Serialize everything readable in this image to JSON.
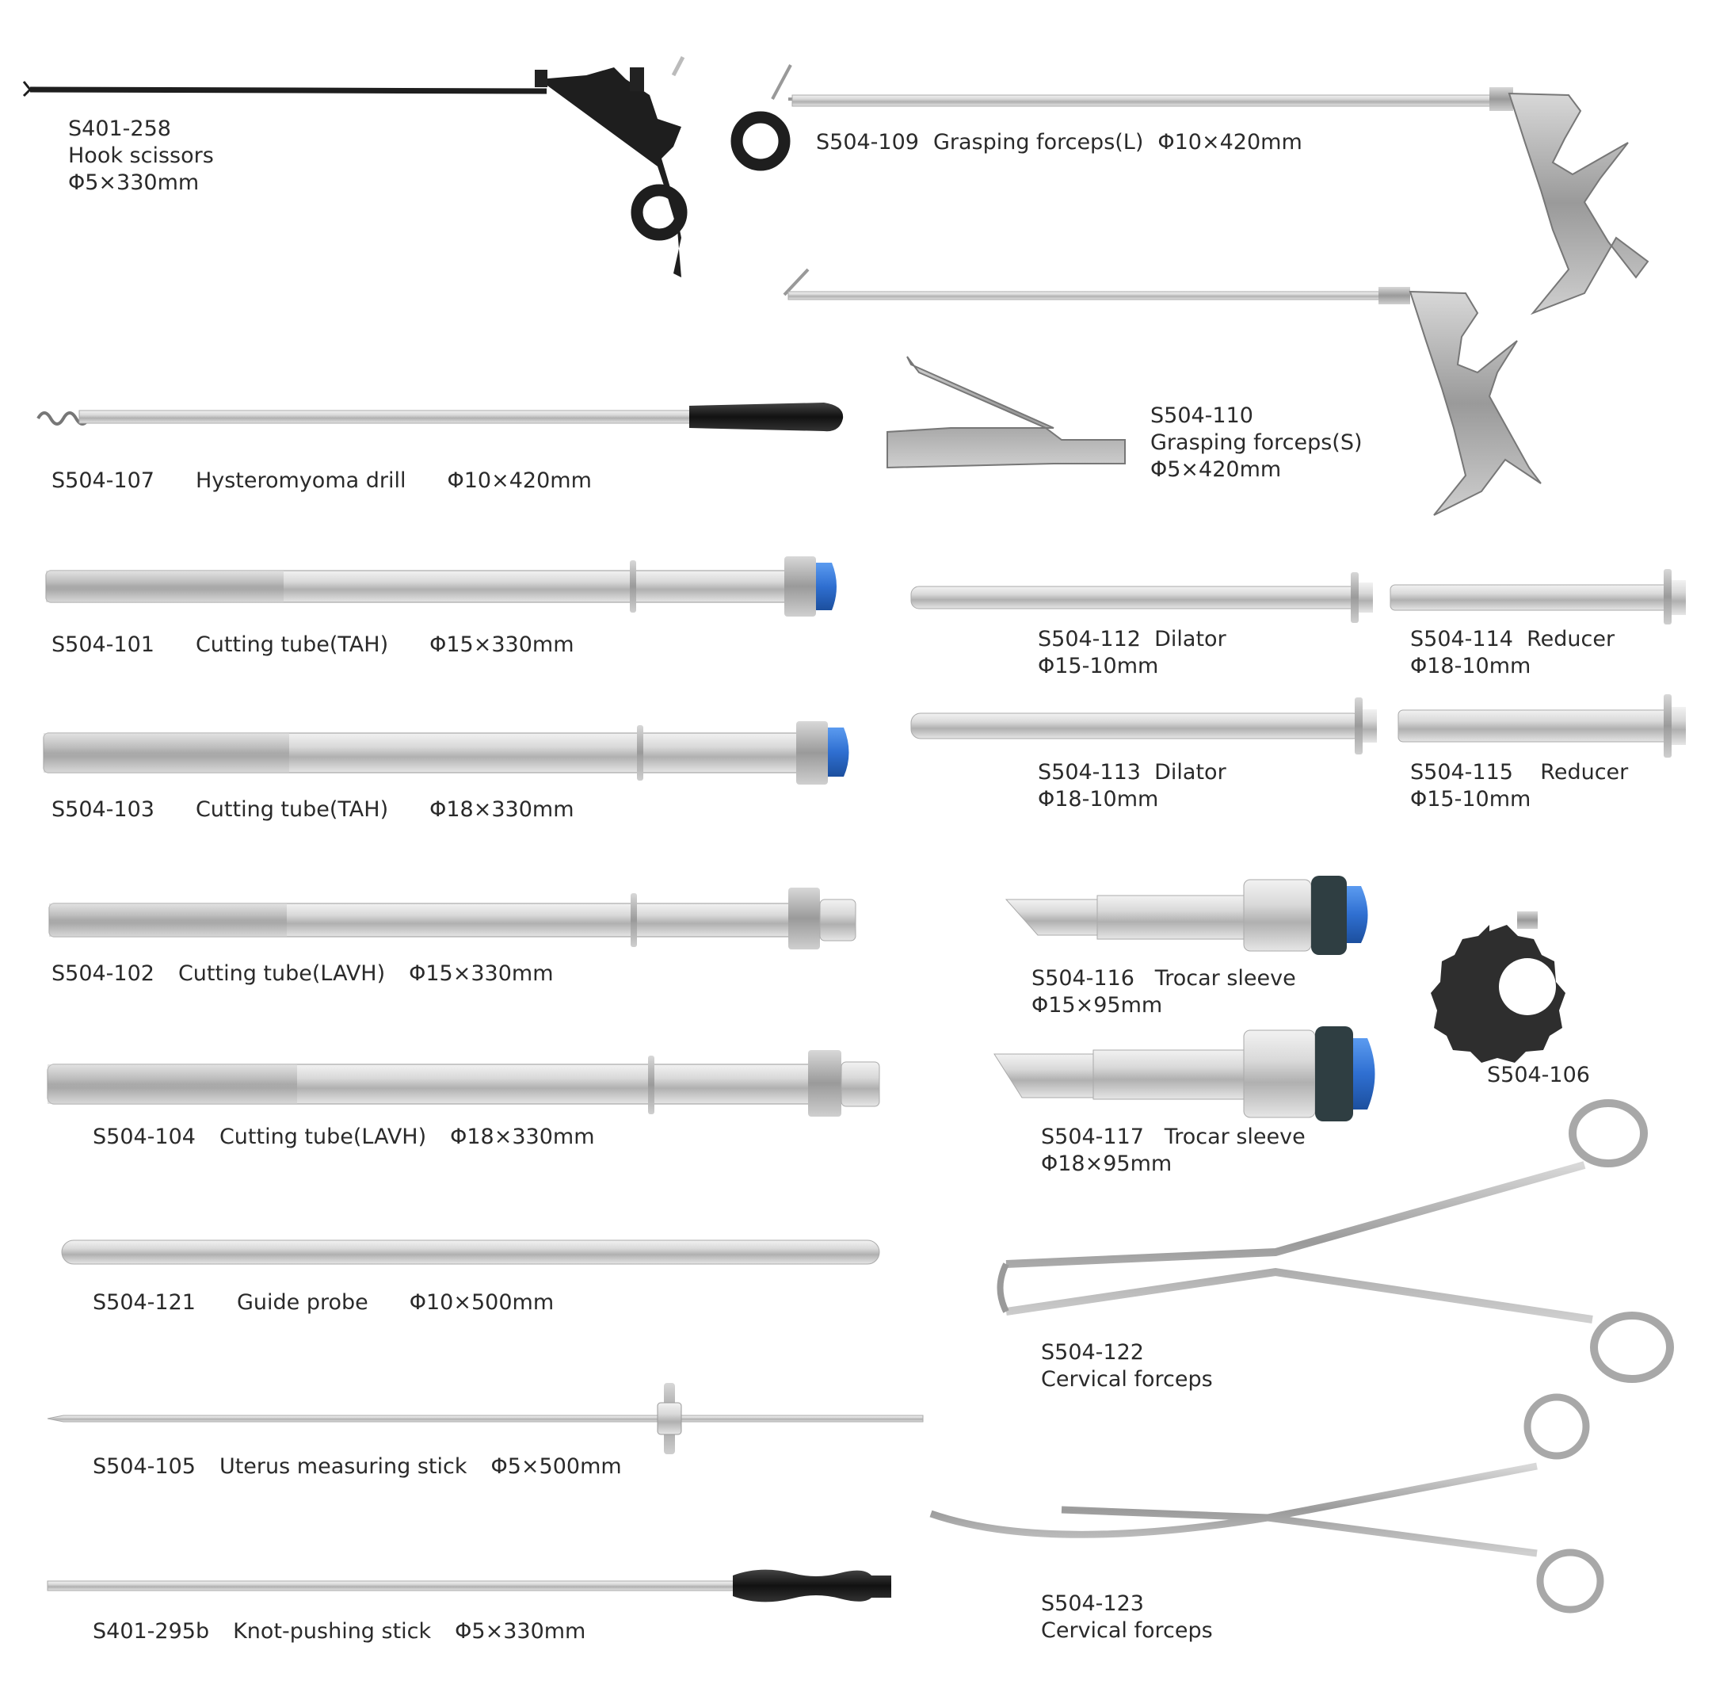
{
  "instruments": [
    {
      "code": "S401-258",
      "name": "Hook scissors",
      "size": "Φ5×330mm"
    },
    {
      "code": "S504-109",
      "name": "Grasping forceps(L)",
      "size": "Φ10×420mm"
    },
    {
      "code": "S504-110",
      "name": "Grasping forceps(S)",
      "size": "Φ5×420mm"
    },
    {
      "code": "S504-107",
      "name": "Hysteromyoma drill",
      "size": "Φ10×420mm"
    },
    {
      "code": "S504-101",
      "name": "Cutting tube(TAH)",
      "size": "Φ15×330mm"
    },
    {
      "code": "S504-112",
      "name": "Dilator",
      "size": "Φ15-10mm"
    },
    {
      "code": "S504-114",
      "name": "Reducer",
      "size": "Φ18-10mm"
    },
    {
      "code": "S504-103",
      "name": "Cutting tube(TAH)",
      "size": "Φ18×330mm"
    },
    {
      "code": "S504-113",
      "name": "Dilator",
      "size": "Φ18-10mm"
    },
    {
      "code": "S504-115",
      "name": "Reducer",
      "size": "Φ15-10mm"
    },
    {
      "code": "S504-102",
      "name": "Cutting tube(LAVH)",
      "size": "Φ15×330mm"
    },
    {
      "code": "S504-116",
      "name": "Trocar sleeve",
      "size": "Φ15×95mm"
    },
    {
      "code": "S504-106",
      "name": "",
      "size": ""
    },
    {
      "code": "S504-104",
      "name": "Cutting tube(LAVH)",
      "size": "Φ18×330mm"
    },
    {
      "code": "S504-117",
      "name": "Trocar sleeve",
      "size": "Φ18×95mm"
    },
    {
      "code": "S504-121",
      "name": "Guide probe",
      "size": "Φ10×500mm"
    },
    {
      "code": "S504-122",
      "name": "Cervical forceps",
      "size": ""
    },
    {
      "code": "S504-105",
      "name": "Uterus measuring stick",
      "size": "Φ5×500mm"
    },
    {
      "code": "S504-123",
      "name": "Cervical forceps",
      "size": ""
    },
    {
      "code": "S401-295b",
      "name": "Knot-pushing stick",
      "size": "Φ5×330mm"
    }
  ],
  "colors": {
    "steel": "#c9c9c9",
    "steel_dark": "#8c8c8c",
    "black": "#1e1e1e",
    "blue_cap": "#2f6fd1",
    "label": "#2a2a2a"
  }
}
